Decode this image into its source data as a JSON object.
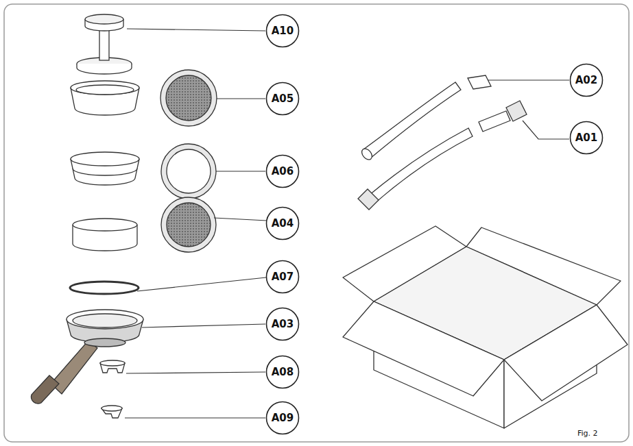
{
  "diagram": {
    "nodes": [
      {
        "text": [
          "A10"
        ]
      },
      {
        "text": [
          "A02"
        ]
      },
      {
        "text": [
          "A05"
        ]
      },
      {
        "text": [
          "A01"
        ]
      },
      {
        "text": [
          "A06"
        ]
      },
      {
        "text": [
          "A04"
        ]
      },
      {
        "text": [
          "A07"
        ]
      },
      {
        "text": [
          "A03"
        ]
      },
      {
        "text": [
          "A08"
        ]
      },
      {
        "text": [
          "A09"
        ]
      }
    ],
    "labels": [
      "Fig. 2"
    ]
  }
}
